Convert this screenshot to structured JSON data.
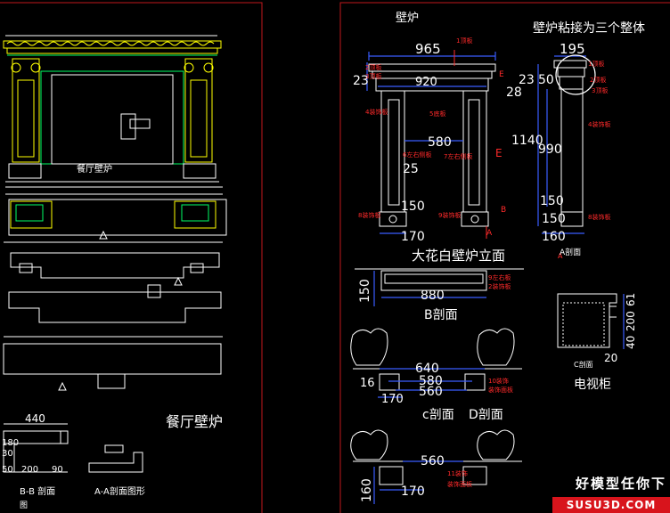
{
  "left_sheet": {
    "elevation_caption": "餐厅壁炉",
    "sheet_title": "餐厅壁炉",
    "bb_caption": "B-B 剖面",
    "bb_caption_2": "图",
    "aa_caption": "A-A剖面图形",
    "dims": [
      "440",
      "180",
      "30",
      "50",
      "200",
      "90"
    ]
  },
  "right_sheet": {
    "header": "壁炉",
    "note": "壁炉粘接为三个整体",
    "front": {
      "dims": [
        "965",
        "23",
        "920",
        "580",
        "25",
        "150",
        "170",
        "1140",
        "990",
        "150",
        "150",
        "160",
        "195",
        "23",
        "50",
        "28"
      ],
      "red_labels": [
        "1顶板",
        "2顶板",
        "3顶板",
        "4装饰板",
        "5底板",
        "6左右侧板",
        "7左右侧板",
        "8装饰板",
        "9装饰板",
        "1顶板",
        "2顶板",
        "3顶板",
        "4装饰板",
        "8装饰板"
      ],
      "markers": [
        "E",
        "E",
        "B",
        "A",
        "A"
      ],
      "title": "大花白壁炉立面",
      "side_caption": "A剖面"
    },
    "section_b": {
      "dims": [
        "150",
        "880"
      ],
      "labels": [
        "9左右板",
        "2装饰板"
      ],
      "title": "B剖面"
    },
    "section_cd": {
      "dims": [
        "640",
        "580",
        "560",
        "16",
        "170"
      ],
      "labels": [
        "10装饰",
        "装饰面板"
      ],
      "title_c": "c剖面",
      "title_d": "D剖面"
    },
    "tv": {
      "dims": [
        "61",
        "200",
        "40",
        "20"
      ],
      "caption": "C剖面",
      "title": "电视柜"
    },
    "bottom": {
      "dims": [
        "560",
        "160",
        "170"
      ],
      "labels": [
        "11装饰",
        "装饰面板"
      ]
    }
  },
  "watermark": {
    "top": "好模型任你下",
    "bottom": "SUSU3D.COM"
  }
}
